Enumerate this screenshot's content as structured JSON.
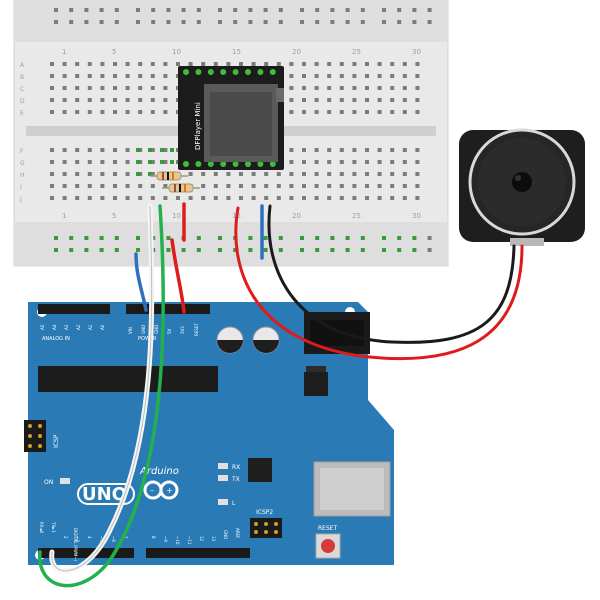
{
  "breadboard": {
    "column_numbers": [
      "1",
      "5",
      "10",
      "15",
      "20",
      "25",
      "30"
    ],
    "row_letters_top": [
      "A",
      "B",
      "C",
      "D",
      "E"
    ],
    "row_letters_bottom": [
      "F",
      "G",
      "H",
      "I",
      "J"
    ]
  },
  "mp3_module": {
    "label": "DFPlayer Mini"
  },
  "arduino": {
    "brand": "Arduino",
    "model": "UNO",
    "analog_header_label": "ANALOG IN",
    "analog_pins": [
      "A0",
      "A1",
      "A2",
      "A3",
      "A4",
      "A5"
    ],
    "power_header_label": "POWER",
    "power_pins": [
      "VIN",
      "GND",
      "GND",
      "5V",
      "3V3",
      "RESET"
    ],
    "icsp_label": "ICSP",
    "icsp2_label": "ICSP2",
    "led_on": "ON",
    "led_tx": "TX",
    "led_rx": "RX",
    "led_l": "L",
    "reset_label": "RESET",
    "digital_header_label": "DIGITAL (PWM~)",
    "digital_pins": [
      "RX◄0",
      "TX►1",
      "2",
      "~3",
      "4",
      "~5",
      "~6",
      "7",
      "8",
      "~9",
      "~10",
      "~11",
      "12",
      "13",
      "GND",
      "AREF"
    ]
  },
  "colors": {
    "pcb": "#2a7ab5",
    "wire_red": "#e01b1b",
    "wire_black": "#1a1a1a",
    "wire_blue": "#2f6fc0",
    "wire_green": "#22b14c",
    "wire_white": "#f5f5f5",
    "breadboard": "#e6e6e6",
    "hole_active": "#3a9a3a"
  }
}
